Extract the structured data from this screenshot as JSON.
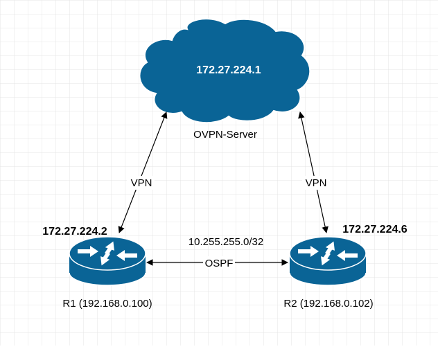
{
  "diagram": {
    "cloud": {
      "ip": "172.27.224.1",
      "label": "OVPN-Server",
      "icon": "cloud-icon"
    },
    "router_left": {
      "ip": "172.27.224.2",
      "label": "R1 (192.168.0.100)",
      "icon": "router-icon"
    },
    "router_right": {
      "ip": "172.27.224.6",
      "label": "R2 (192.168.0.102)",
      "icon": "router-icon"
    },
    "links": {
      "vpn_left": "VPN",
      "vpn_right": "VPN",
      "ospf_label": "OSPF",
      "ospf_network": "10.255.255.0/32"
    },
    "colors": {
      "device_fill": "#0a6496",
      "device_stroke": "#ffffff",
      "grid": "#e4e4e4",
      "line": "#000000"
    }
  }
}
